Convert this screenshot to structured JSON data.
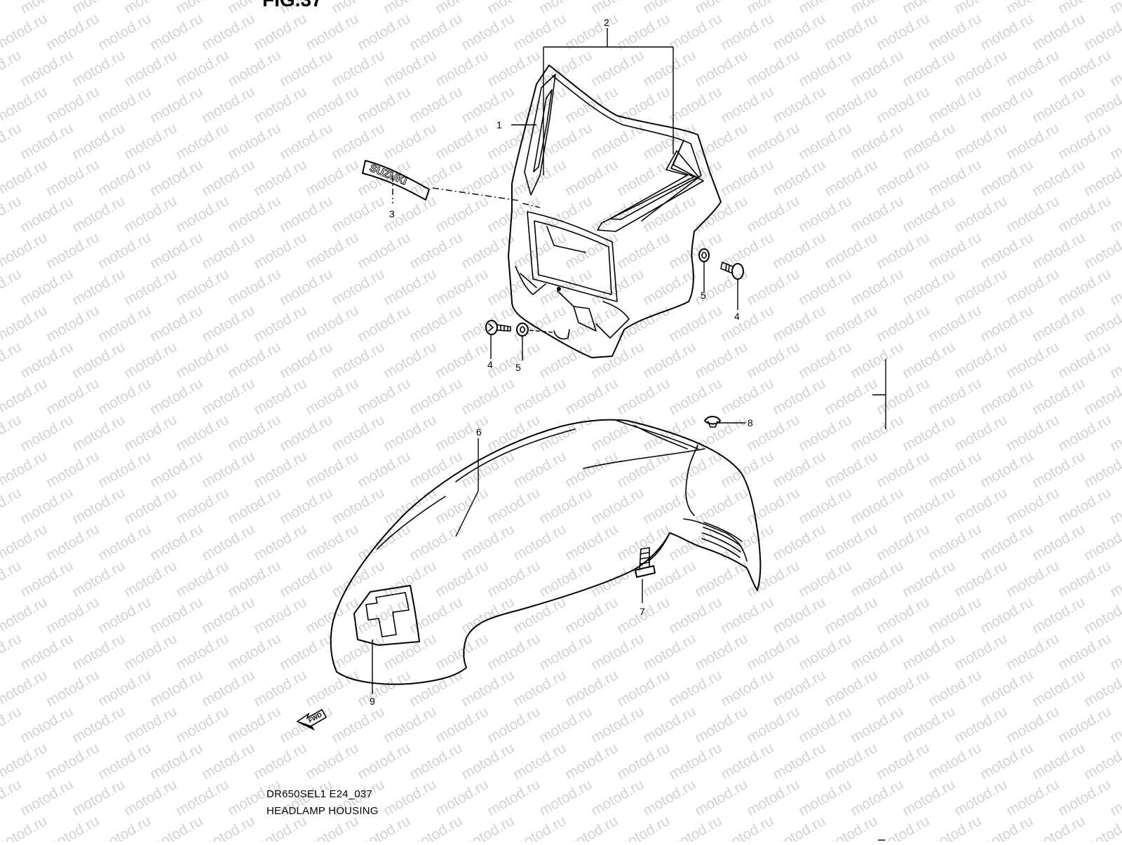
{
  "figure_label": "FIG.37",
  "diagram_code": "DR650SEL1 E24_037",
  "diagram_title": "HEADLAMP HOUSING",
  "watermark": "motod.ru",
  "callouts": {
    "c1": "1",
    "c2": "2",
    "c3": "3",
    "c4a": "4",
    "c4b": "4",
    "c5a": "5",
    "c5b": "5",
    "c6": "6",
    "c7": "7",
    "c8": "8",
    "c9": "9"
  },
  "emblem_text": "SUZUKI",
  "direction_arrow_text": "FWD"
}
